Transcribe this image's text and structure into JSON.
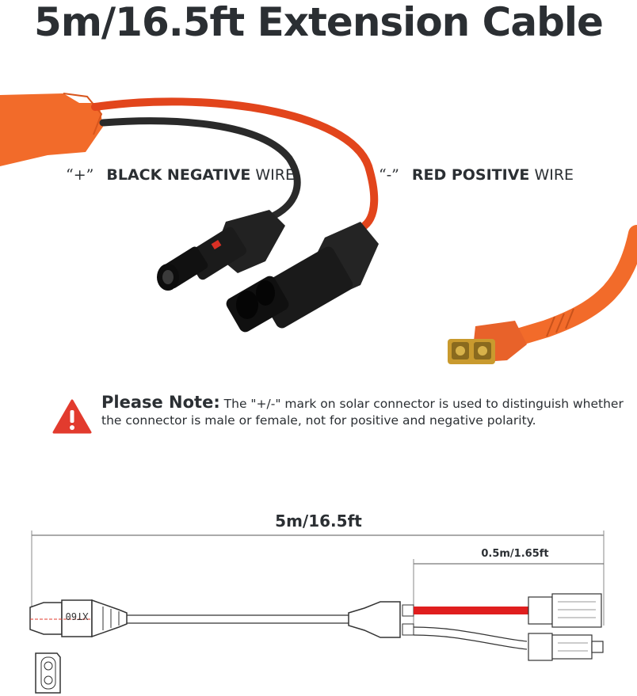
{
  "title": "5m/16.5ft Extension Cable",
  "labels": {
    "left_sym": "“+”",
    "left_bold": "BLACK NEGATIVE",
    "left_rest": " WIRE",
    "right_sym": "“-”",
    "right_bold": "RED POSITIVE",
    "right_rest": " WIRE"
  },
  "note": {
    "heading": "Please Note:",
    "text": " The \"+/-\" mark on solar connector is used to distinguish whether the connector is male or female, not for positive and negative polarity."
  },
  "diagram": {
    "total_length": "5m/16.5ft",
    "branch_length": "0.5m/1.65ft",
    "plug_mark": "XT60"
  },
  "colors": {
    "orange": "#f26b2a",
    "red": "#e01e1e",
    "text": "#2b2f33",
    "warning": "#e23b2e"
  },
  "icons": [
    "warning-icon"
  ]
}
